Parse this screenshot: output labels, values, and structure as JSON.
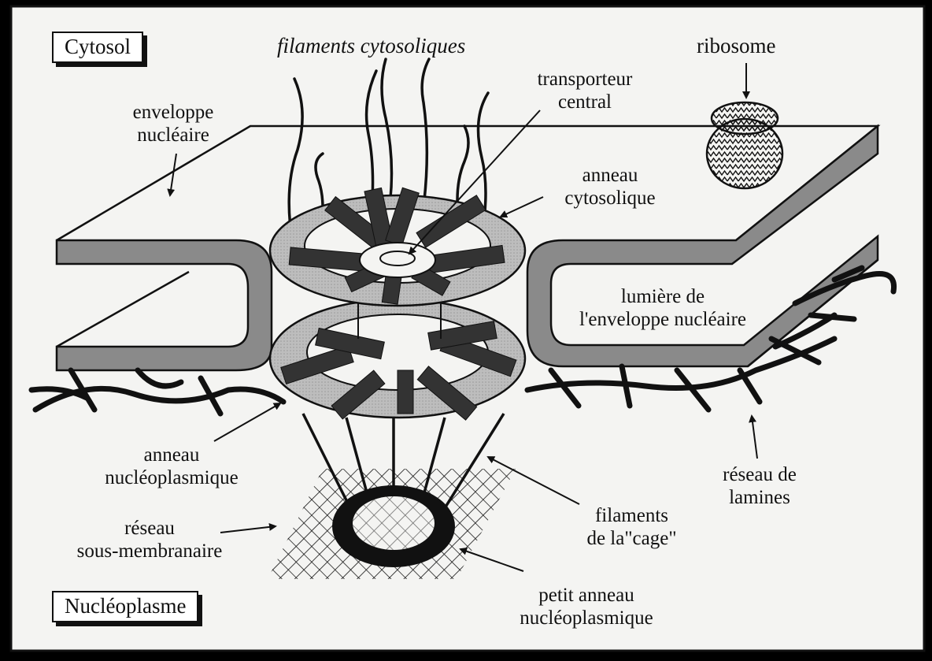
{
  "labels": {
    "cytosol": "Cytosol",
    "nucleoplasme": "Nucléoplasme",
    "filaments_cytosoliques": "filaments cytosoliques",
    "ribosome": "ribosome",
    "transporteur_1": "transporteur",
    "transporteur_2": "central",
    "enveloppe_1": "enveloppe",
    "enveloppe_2": "nucléaire",
    "anneau_cyto_1": "anneau",
    "anneau_cyto_2": "cytosolique",
    "lumiere_1": "lumière de",
    "lumiere_2": "l'enveloppe nucléaire",
    "anneau_nucleo_1": "anneau",
    "anneau_nucleo_2": "nucléoplasmique",
    "reseau_lamines_1": "réseau de",
    "reseau_lamines_2": "lamines",
    "filaments_cage_1": "filaments",
    "filaments_cage_2": "de la\"cage\"",
    "reseau_sous_1": "réseau",
    "reseau_sous_2": "sous-membranaire",
    "petit_anneau_1": "petit anneau",
    "petit_anneau_2": "nucléoplasmique"
  },
  "colors": {
    "paper": "#f4f4f2",
    "ink": "#111111",
    "membrane_gray": "#8a8a8a",
    "ring_gray": "#b8b8b8",
    "frame": "#000000"
  }
}
